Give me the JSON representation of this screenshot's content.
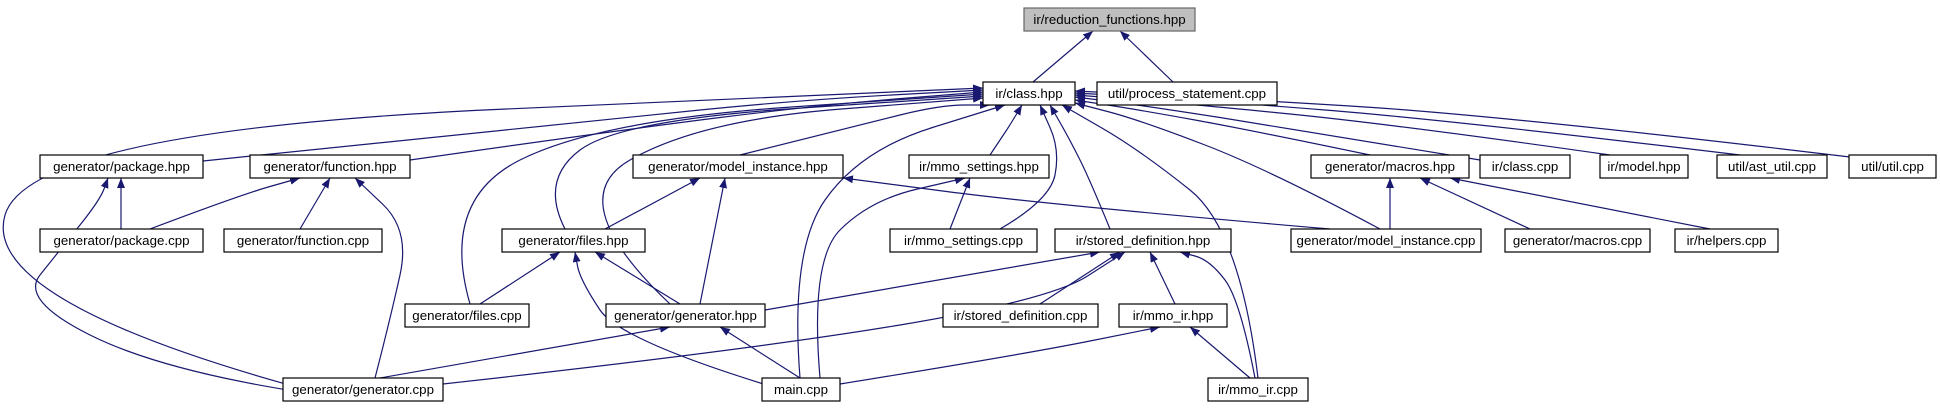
{
  "nodes": [
    {
      "id": "n0",
      "label": "ir/reduction_functions.hpp"
    },
    {
      "id": "n1",
      "label": "ir/class.hpp"
    },
    {
      "id": "n2",
      "label": "util/process_statement.cpp"
    },
    {
      "id": "n3",
      "label": "generator/package.hpp"
    },
    {
      "id": "n4",
      "label": "generator/function.hpp"
    },
    {
      "id": "n5",
      "label": "generator/model_instance.hpp"
    },
    {
      "id": "n6",
      "label": "ir/mmo_settings.hpp"
    },
    {
      "id": "n7",
      "label": "generator/macros.hpp"
    },
    {
      "id": "n8",
      "label": "ir/class.cpp"
    },
    {
      "id": "n9",
      "label": "ir/model.hpp"
    },
    {
      "id": "n10",
      "label": "util/ast_util.cpp"
    },
    {
      "id": "n11",
      "label": "util/util.cpp"
    },
    {
      "id": "n12",
      "label": "generator/package.cpp"
    },
    {
      "id": "n13",
      "label": "generator/function.cpp"
    },
    {
      "id": "n14",
      "label": "generator/files.hpp"
    },
    {
      "id": "n15",
      "label": "ir/mmo_settings.cpp"
    },
    {
      "id": "n16",
      "label": "ir/stored_definition.hpp"
    },
    {
      "id": "n17",
      "label": "generator/model_instance.cpp"
    },
    {
      "id": "n18",
      "label": "generator/macros.cpp"
    },
    {
      "id": "n19",
      "label": "ir/helpers.cpp"
    },
    {
      "id": "n20",
      "label": "generator/files.cpp"
    },
    {
      "id": "n21",
      "label": "generator/generator.hpp"
    },
    {
      "id": "n22",
      "label": "ir/stored_definition.cpp"
    },
    {
      "id": "n23",
      "label": "ir/mmo_ir.hpp"
    },
    {
      "id": "n24",
      "label": "generator/generator.cpp"
    },
    {
      "id": "n25",
      "label": "main.cpp"
    },
    {
      "id": "n26",
      "label": "ir/mmo_ir.cpp"
    }
  ],
  "edges": [
    {
      "from": "n1",
      "to": "n0"
    },
    {
      "from": "n2",
      "to": "n0"
    },
    {
      "from": "n3",
      "to": "n1"
    },
    {
      "from": "n4",
      "to": "n1"
    },
    {
      "from": "n5",
      "to": "n1"
    },
    {
      "from": "n6",
      "to": "n1"
    },
    {
      "from": "n7",
      "to": "n1"
    },
    {
      "from": "n8",
      "to": "n1"
    },
    {
      "from": "n9",
      "to": "n1"
    },
    {
      "from": "n10",
      "to": "n1"
    },
    {
      "from": "n11",
      "to": "n1"
    },
    {
      "from": "n14",
      "to": "n1"
    },
    {
      "from": "n15",
      "to": "n1"
    },
    {
      "from": "n16",
      "to": "n1"
    },
    {
      "from": "n17",
      "to": "n1"
    },
    {
      "from": "n20",
      "to": "n1"
    },
    {
      "from": "n21",
      "to": "n1"
    },
    {
      "from": "n24",
      "to": "n1"
    },
    {
      "from": "n25",
      "to": "n1"
    },
    {
      "from": "n26",
      "to": "n1"
    },
    {
      "from": "n12",
      "to": "n3"
    },
    {
      "from": "n24",
      "to": "n3"
    },
    {
      "from": "n12",
      "to": "n4"
    },
    {
      "from": "n13",
      "to": "n4"
    },
    {
      "from": "n24",
      "to": "n4"
    },
    {
      "from": "n14",
      "to": "n5"
    },
    {
      "from": "n17",
      "to": "n5"
    },
    {
      "from": "n21",
      "to": "n5"
    },
    {
      "from": "n15",
      "to": "n6"
    },
    {
      "from": "n25",
      "to": "n6"
    },
    {
      "from": "n17",
      "to": "n7"
    },
    {
      "from": "n18",
      "to": "n7"
    },
    {
      "from": "n19",
      "to": "n7"
    },
    {
      "from": "n20",
      "to": "n14"
    },
    {
      "from": "n21",
      "to": "n14"
    },
    {
      "from": "n25",
      "to": "n14"
    },
    {
      "from": "n21",
      "to": "n16"
    },
    {
      "from": "n22",
      "to": "n16"
    },
    {
      "from": "n23",
      "to": "n16"
    },
    {
      "from": "n24",
      "to": "n16"
    },
    {
      "from": "n26",
      "to": "n16"
    },
    {
      "from": "n24",
      "to": "n21"
    },
    {
      "from": "n25",
      "to": "n21"
    },
    {
      "from": "n25",
      "to": "n23"
    },
    {
      "from": "n26",
      "to": "n23"
    }
  ]
}
